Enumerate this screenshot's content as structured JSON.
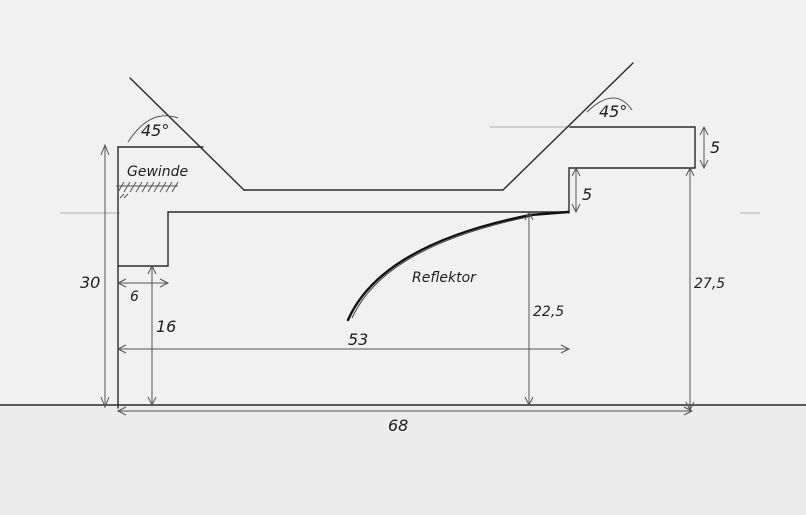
{
  "labels": {
    "angle_left": "45°",
    "angle_right": "45°",
    "thread": "Gewinde",
    "reflector": "Reflektor"
  },
  "dimensions": {
    "height_total": "30",
    "thread_width": "6",
    "inner_height": "16",
    "reflector_width": "53",
    "reflector_height": "22,5",
    "step_height": "5",
    "top_thickness": "5",
    "right_height": "27,5",
    "total_width": "68"
  }
}
